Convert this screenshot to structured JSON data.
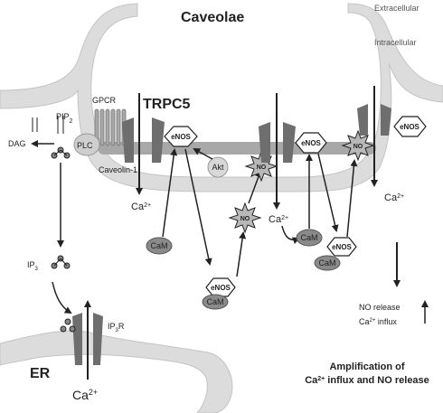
{
  "labels": {
    "caveolae": "Caveolae",
    "extracellular": "Extracellular",
    "intracellular": "Intracellular",
    "trpc5": "TRPC5",
    "gpcr": "GPCR",
    "pip2": "PIP",
    "pip2_sub": "2",
    "dag": "DAG",
    "plc": "PLC",
    "caveolin": "Caveolin-1",
    "akt": "Akt",
    "ip3": "IP",
    "ip3_sub": "3",
    "ip3r": "IP",
    "ip3r_sub": "3",
    "ip3r_tail": "R",
    "er": "ER",
    "enos": "eNOS",
    "cam": "CaM",
    "no": "NO",
    "ca": "Ca",
    "ca_sup": "2+",
    "legend_no": "NO release",
    "legend_ca": "Ca",
    "legend_ca_sup": "2+",
    "legend_ca_tail": " influx",
    "amp_line1": "Amplification of",
    "amp_line2_a": "Ca",
    "amp_line2_sup": "2+",
    "amp_line2_b": " influx and NO release"
  },
  "colors": {
    "membrane": "#dcdcdc",
    "membrane_edge": "#c4c4c4",
    "channel": "#6e6e6e",
    "cam_fill": "#8a8a8a",
    "caveolin": "#a8a8a8",
    "ink": "#222222"
  }
}
